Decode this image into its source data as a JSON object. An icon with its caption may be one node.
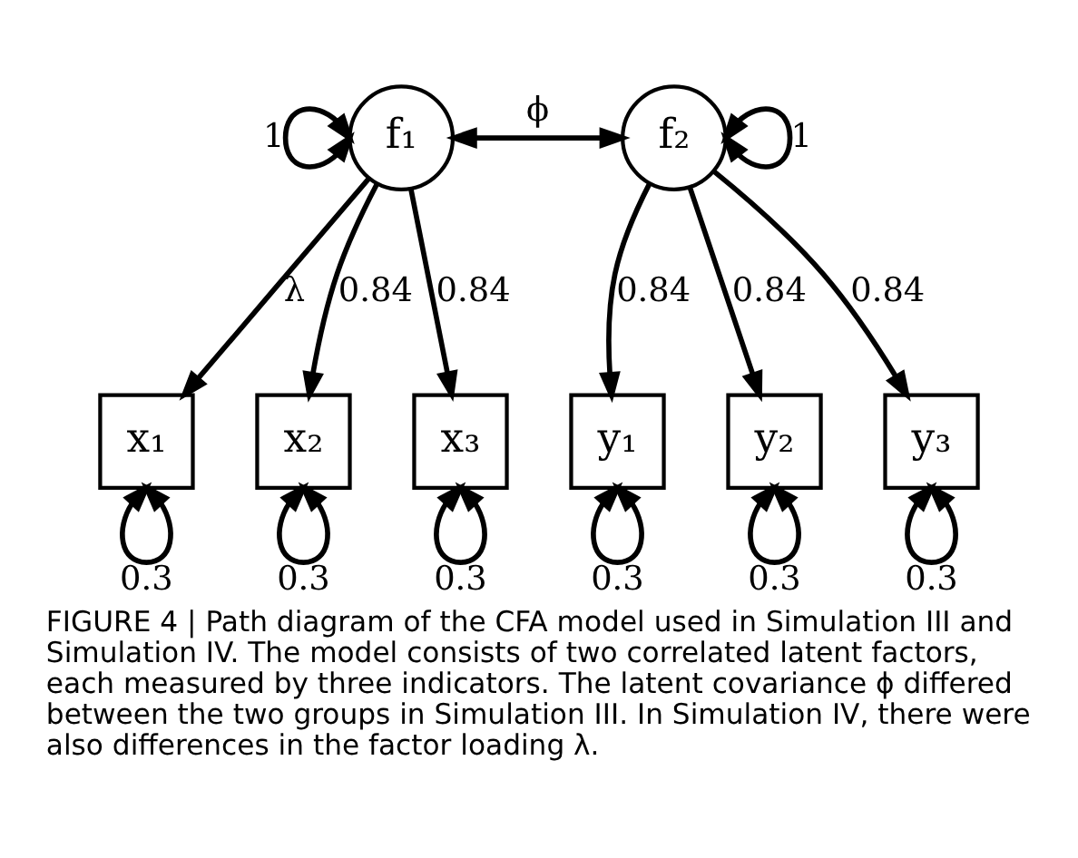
{
  "diagram": {
    "caption": "FIGURE 4 | Path diagram of the CFA model used in Simulation III and Simulation IV. The model consists of two correlated latent factors, each measured by three indicators. The latent covariance ϕ differed between the two groups in Simulation III. In Simulation IV, there were also differences in the factor loading λ.",
    "nodes": [
      {
        "text": [
          "f₁"
        ]
      },
      {
        "text": [
          "f₂"
        ]
      },
      {
        "text": [
          "x₁"
        ]
      },
      {
        "text": [
          "x₂"
        ]
      },
      {
        "text": [
          "x₃"
        ]
      },
      {
        "text": [
          "y₁"
        ]
      },
      {
        "text": [
          "y₂"
        ]
      },
      {
        "text": [
          "y₃"
        ]
      }
    ],
    "edges": [
      {
        "from": 0,
        "to": 0,
        "arrow": "both",
        "label": "1"
      },
      {
        "from": 0,
        "to": 1,
        "arrow": "both",
        "label": "ϕ"
      },
      {
        "from": 1,
        "to": 1,
        "arrow": "both",
        "label": "1"
      },
      {
        "from": 0,
        "to": 2,
        "arrow": "to",
        "label": "λ"
      },
      {
        "from": 0,
        "to": 3,
        "arrow": "to",
        "label": "0.84"
      },
      {
        "from": 0,
        "to": 4,
        "arrow": "to",
        "label": "0.84"
      },
      {
        "from": 1,
        "to": 5,
        "arrow": "to",
        "label": "0.84"
      },
      {
        "from": 1,
        "to": 6,
        "arrow": "to",
        "label": "0.84"
      },
      {
        "from": 1,
        "to": 7,
        "arrow": "to",
        "label": "0.84"
      },
      {
        "from": 2,
        "to": 2,
        "arrow": "both",
        "label": "0.3"
      },
      {
        "from": 3,
        "to": 3,
        "arrow": "both",
        "label": "0.3"
      },
      {
        "from": 4,
        "to": 4,
        "arrow": "both",
        "label": "0.3"
      },
      {
        "from": 5,
        "to": 5,
        "arrow": "both",
        "label": "0.3"
      },
      {
        "from": 6,
        "to": 6,
        "arrow": "both",
        "label": "0.3"
      },
      {
        "from": 7,
        "to": 7,
        "arrow": "both",
        "label": "0.3"
      }
    ]
  }
}
